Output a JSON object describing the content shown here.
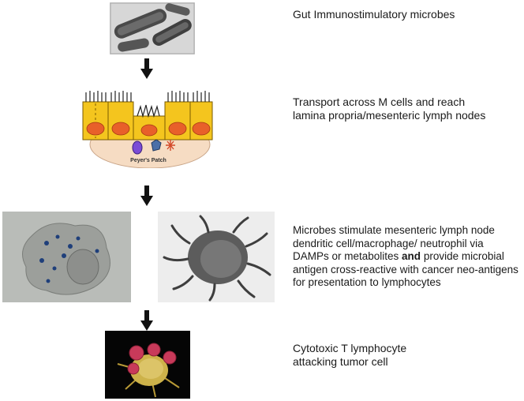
{
  "steps": [
    {
      "text": "Gut Immunostimulatory microbes"
    },
    {
      "text": "Transport across M cells and reach lamina propria/mesenteric lymph nodes"
    },
    {
      "text_before": "Microbes stimulate mesenteric lymph node dendritic cell/macrophage/ neutrophil via DAMPs or metabolites ",
      "text_bold": "and",
      "text_after": " provide microbial antigen cross-reactive with cancer neo-antigens for presentation to  lymphocytes"
    },
    {
      "text": "Cytotoxic T lymphocyte attacking tumor cell"
    }
  ],
  "diagram_labels": {
    "peyers_patch": "Peyer's Patch"
  },
  "colors": {
    "epithelium": "#f4c51e",
    "nucleus": "#e8602a",
    "patch": "#f6dcc3",
    "arrow": "#111111"
  }
}
